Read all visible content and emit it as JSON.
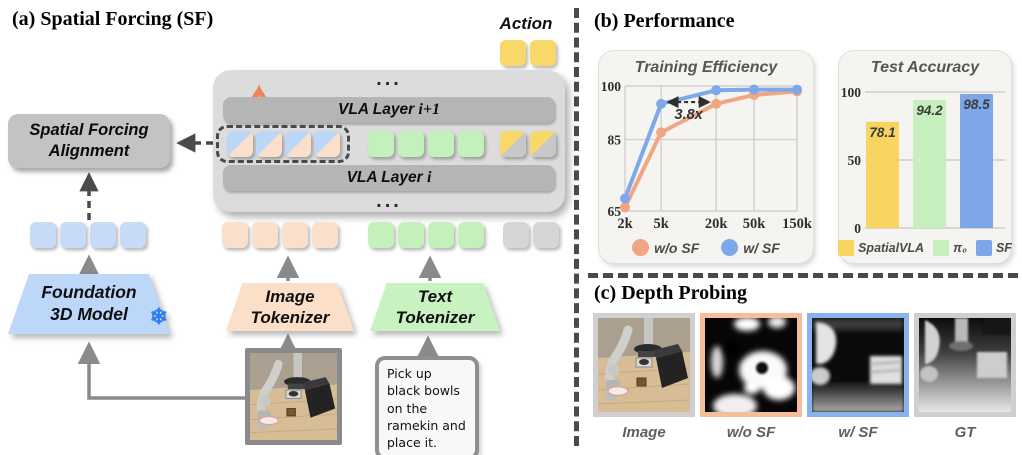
{
  "panel_a": {
    "title": "(a) Spatial Forcing (SF)",
    "action_label": "Action",
    "vla": {
      "dots": "...",
      "layer_top_prefix": "VLA Layer ",
      "layer_top_suffix": "i+1",
      "layer_bottom_prefix": "VLA Layer ",
      "layer_bottom_suffix": "i"
    },
    "alignment_label": "Spatial Forcing Alignment",
    "foundation_line1": "Foundation",
    "foundation_line2": "3D Model",
    "snowflake": "❄",
    "image_tokenizer_line1": "Image",
    "image_tokenizer_line2": "Tokenizer",
    "text_tokenizer_line1": "Text",
    "text_tokenizer_line2": "Tokenizer",
    "instruction": "Pick up black bowls on the ramekin and place it."
  },
  "panel_b": {
    "title": "(b) Performance"
  },
  "panel_c": {
    "title": "(c) Depth Probing",
    "labels": [
      "Image",
      "w/o SF",
      "w/ SF",
      "GT"
    ]
  },
  "colors": {
    "token_blue": "#C7DBF8",
    "token_peach": "#FADFCA",
    "token_green": "#C3F0BB",
    "token_yellow": "#F8D869",
    "token_gray": "#D6D6D4",
    "line_wo_sf": "#F2A581",
    "line_w_sf": "#7FA8EC",
    "bar_yellow": "#F7D560",
    "bar_green": "#C6EFBE",
    "bar_blue": "#7CA6E8",
    "tile_border_wo_sf": "#F5BE99",
    "tile_border_w_sf": "#8AB2EE"
  },
  "chart_data": [
    {
      "type": "line",
      "title": "Training Efficiency",
      "x_labels": [
        "2k",
        "5k",
        "20k",
        "50k",
        "150k"
      ],
      "x_fractions": [
        0,
        0.21,
        0.53,
        0.75,
        1
      ],
      "y_ticks": [
        65,
        85,
        100
      ],
      "ylim": [
        65,
        100
      ],
      "grid": true,
      "legend_position": "bottom",
      "series": [
        {
          "name": "w/o SF",
          "color": "#F2A581",
          "values": [
            66,
            87,
            95,
            97.5,
            98.5
          ]
        },
        {
          "name": "w/ SF",
          "color": "#7FA8EC",
          "values": [
            68.5,
            95,
            98.8,
            99,
            99
          ]
        }
      ],
      "annotation": {
        "text": "3.8x",
        "x_from_index": 1,
        "x_to_index": 2,
        "y": 95.5
      }
    },
    {
      "type": "bar",
      "title": "Test Accuracy",
      "categories": [
        "SpatialVLA",
        "π₀",
        "SF"
      ],
      "values": [
        78.1,
        94.2,
        98.5
      ],
      "colors": [
        "#F7D560",
        "#C6EFBE",
        "#7CA6E8"
      ],
      "y_ticks": [
        0,
        50,
        100
      ],
      "ylim": [
        0,
        100
      ],
      "grid": true,
      "legend_position": "bottom"
    }
  ]
}
